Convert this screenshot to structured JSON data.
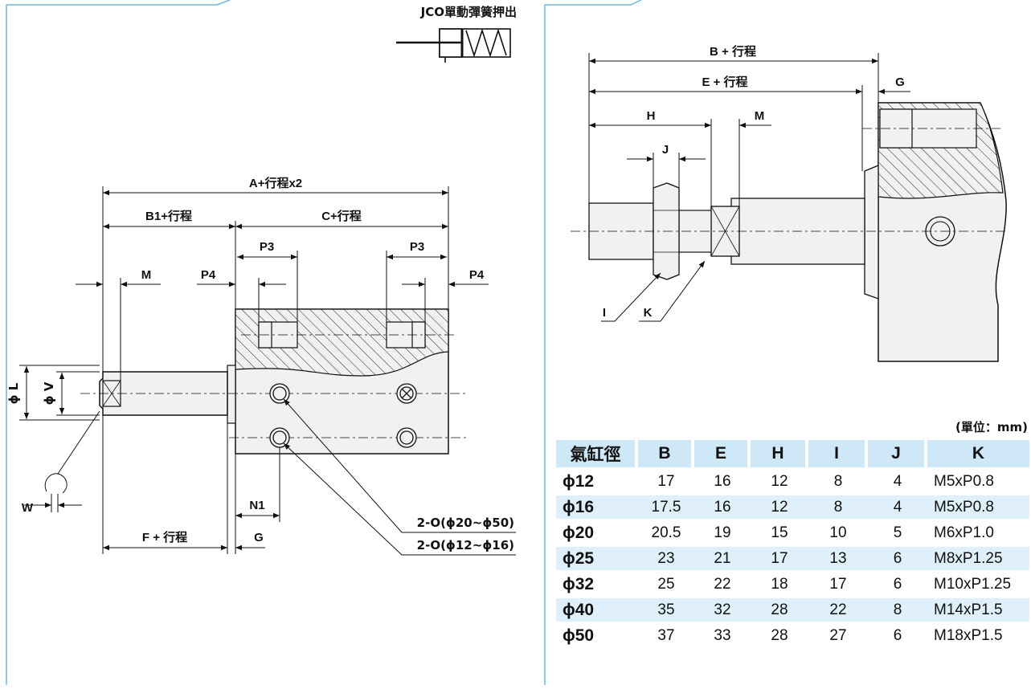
{
  "left_drawing": {
    "symbol_title": "JCO單動彈簧押出",
    "dim_a": "A+行程x2",
    "dim_b1": "B1+行程",
    "dim_c": "C+行程",
    "dim_p3": "P3",
    "dim_p4": "P4",
    "dim_m": "M",
    "dim_l": "ϕ L",
    "dim_v": "ϕ V",
    "dim_w": "W",
    "dim_n1": "N1",
    "dim_f": "F + 行程",
    "dim_g": "G",
    "port_large": "2-O(ϕ20~ϕ50)",
    "port_small": "2-O(ϕ12~ϕ16)"
  },
  "right_drawing": {
    "dim_b": "B + 行程",
    "dim_e": "E + 行程",
    "dim_g": "G",
    "dim_h": "H",
    "dim_m": "M",
    "dim_j": "J",
    "dim_i": "I",
    "dim_k": "K"
  },
  "table": {
    "unit": "(單位：mm)",
    "headers": [
      "氣缸徑",
      "B",
      "E",
      "H",
      "I",
      "J",
      "K"
    ],
    "rows": [
      {
        "bore": "ϕ12",
        "B": "17",
        "E": "16",
        "H": "12",
        "I": "8",
        "J": "4",
        "K": "M5xP0.8"
      },
      {
        "bore": "ϕ16",
        "B": "17.5",
        "E": "16",
        "H": "12",
        "I": "8",
        "J": "4",
        "K": "M5xP0.8"
      },
      {
        "bore": "ϕ20",
        "B": "20.5",
        "E": "19",
        "H": "15",
        "I": "10",
        "J": "5",
        "K": "M6xP1.0"
      },
      {
        "bore": "ϕ25",
        "B": "23",
        "E": "21",
        "H": "17",
        "I": "13",
        "J": "6",
        "K": "M8xP1.25"
      },
      {
        "bore": "ϕ32",
        "B": "25",
        "E": "22",
        "H": "18",
        "I": "17",
        "J": "6",
        "K": "M10xP1.25"
      },
      {
        "bore": "ϕ40",
        "B": "35",
        "E": "32",
        "H": "28",
        "I": "22",
        "J": "8",
        "K": "M14xP1.5"
      },
      {
        "bore": "ϕ50",
        "B": "37",
        "E": "33",
        "H": "28",
        "I": "27",
        "J": "6",
        "K": "M18xP1.5"
      }
    ]
  },
  "colors": {
    "frame": "#6fb5de",
    "body_fill": "#f1f1f1",
    "table_header": "#cfe8f7",
    "table_stripe": "#dff0fa"
  }
}
